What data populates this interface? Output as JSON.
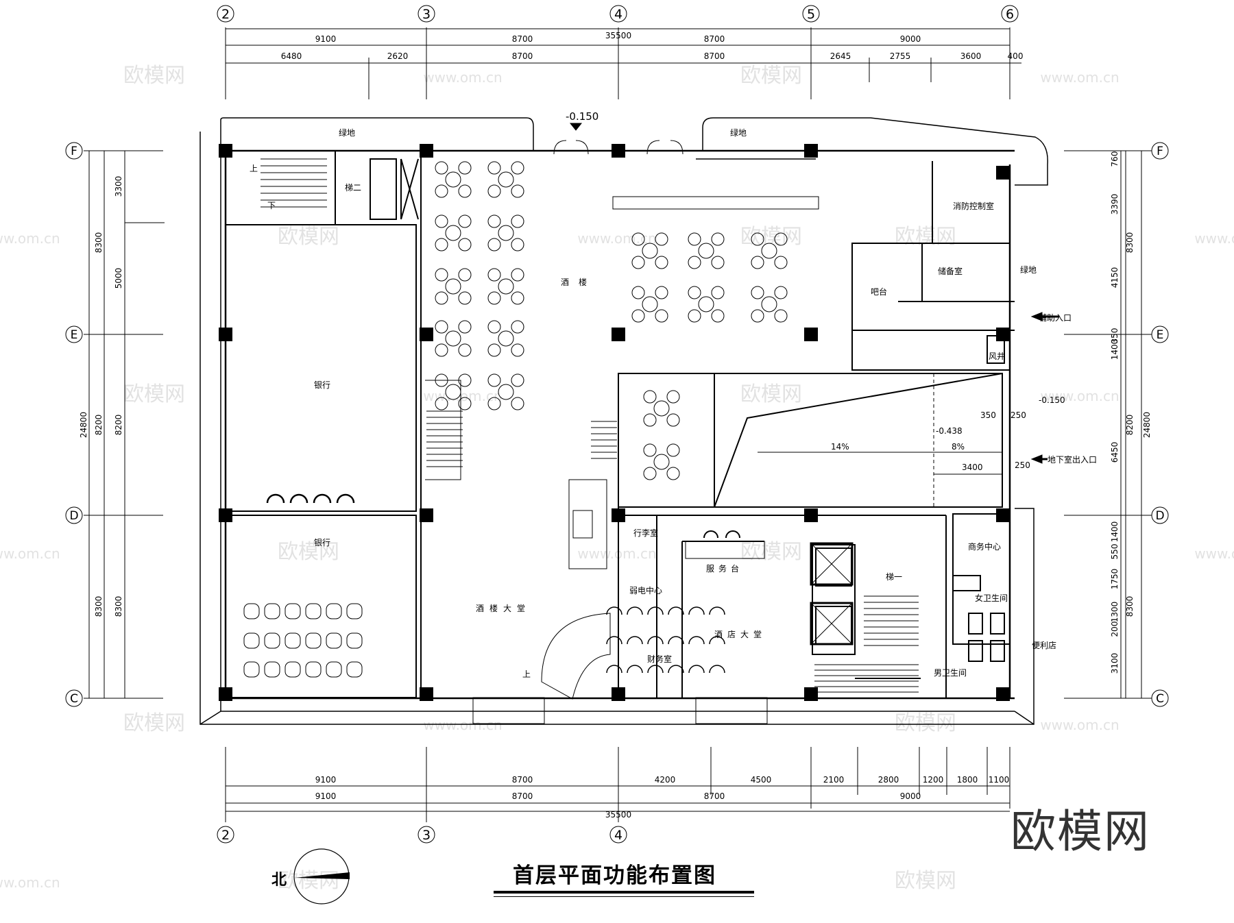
{
  "plan_title": "首层平面功能布置图",
  "brand_watermark": "欧模网",
  "watermark_text": "欧模网",
  "watermark_url": "www.om.cn",
  "north_label": "北",
  "axes": {
    "columns": [
      "2",
      "3",
      "4",
      "5",
      "6"
    ],
    "columns_bottom": [
      "2",
      "3",
      "4"
    ],
    "rows": [
      "F",
      "E",
      "D",
      "C"
    ]
  },
  "dimensions": {
    "top_row1": [
      "9100",
      "8700",
      "8700",
      "9000"
    ],
    "top_total": "35500",
    "top_row2": [
      "6480",
      "2620",
      "8700",
      "8700",
      "2645",
      "2755",
      "3600",
      "400"
    ],
    "bottom_row1": [
      "9100",
      "8700",
      "4200",
      "4500",
      "2100",
      "2800",
      "1200",
      "1800",
      "1100"
    ],
    "bottom_row2": [
      "9100",
      "8700",
      "8700",
      "9000"
    ],
    "bottom_total": "35500",
    "left_inner": [
      "3300",
      "5000",
      "8200",
      "8300"
    ],
    "left_outer": [
      "8300",
      "8200",
      "8300"
    ],
    "left_total": "24800",
    "right_inner": [
      "760",
      "3390",
      "4150",
      "350",
      "1400",
      "6450",
      "1400",
      "550",
      "1750",
      "1300",
      "200",
      "3100"
    ],
    "right_outer": [
      "8300",
      "8200",
      "8300"
    ],
    "right_total": "24800"
  },
  "levels": {
    "entrance": "-0.150",
    "ramp_top": "-0.438",
    "side": "-0.150"
  },
  "rooms": {
    "green_left": "绿地",
    "green_right": "绿地",
    "green_east": "绿地",
    "stair2": "梯二",
    "fire_control": "消防控制室",
    "storage": "储备室",
    "bar": "吧台",
    "aux_entrance": "辅助入口",
    "air_shaft": "风井",
    "bank_upper": "银行",
    "bank_lower": "银行",
    "restaurant": "酒楼",
    "restaurant_lobby": "酒楼大堂",
    "luggage": "行李室",
    "weak_current": "弱电中心",
    "finance": "财务室",
    "service_desk": "服务台",
    "hotel_lobby": "酒店大堂",
    "stair1": "梯一",
    "business_center": "商务中心",
    "female_wc": "女卫生间",
    "male_wc": "男卫生间",
    "convenience_store": "便利店",
    "basement_entrance": "地下室出入口"
  },
  "stair_marks": {
    "up": "上",
    "down": "下"
  },
  "ramp": {
    "slope1": "14%",
    "slope2": "8%",
    "d1": "350",
    "d2": "250",
    "d3": "250",
    "length": "3400"
  }
}
